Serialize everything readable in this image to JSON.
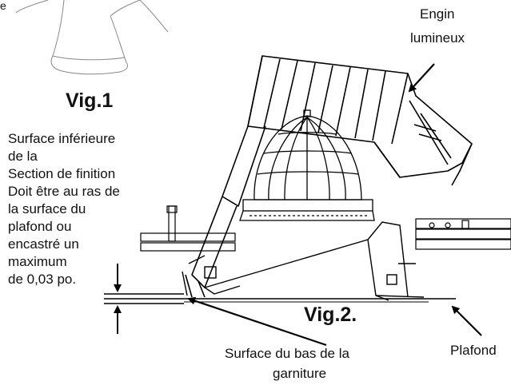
{
  "figures": {
    "fig1": "Vig.1",
    "fig2": "Vig.2."
  },
  "labels": {
    "corner_fragment": "e",
    "engine": [
      "Engin",
      "lumineux"
    ],
    "note": [
      "Surface inférieure",
      "de la",
      "Section de finition",
      "Doit être au ras de",
      "la surface du",
      "plafond ou",
      "encastré un",
      "maximum",
      "de 0,03 po."
    ],
    "trim_bottom": [
      "Surface du bas de la",
      "garniture"
    ],
    "ceiling": "Plafond"
  }
}
